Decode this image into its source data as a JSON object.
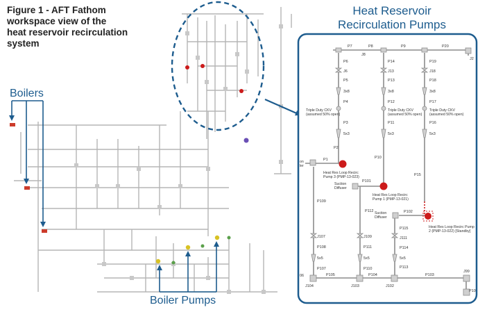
{
  "caption": "Figure 1 - AFT Fathom\nworkspace view of the\nheat reservoir recirculation\nsystem",
  "callouts": {
    "heat_reservoir": "Heat Reservoir\nRecirculation Pumps",
    "boilers": "Boilers",
    "boiler_pumps": "Boiler Pumps"
  },
  "colors": {
    "callout_blue": "#1d5c8e",
    "pipe_gray": "#9a9a9a",
    "pump_red": "#cc1b1b",
    "boiler_pump_yellow": "#d8c224"
  },
  "pipes": {
    "p7": "P7",
    "p8": "P8",
    "p9": "P9",
    "p20": "P20",
    "j8": "J8",
    "j2": "J2",
    "p6": "P6",
    "j6": "J6",
    "p5": "P5",
    "p4": "P4",
    "p3": "P3",
    "p2": "P2",
    "p1": "P1",
    "p14": "P14",
    "j13": "J13",
    "p13": "P13",
    "p12": "P12",
    "p11": "P11",
    "p10": "P10",
    "p19": "P19",
    "j18": "J18",
    "p18": "P18",
    "p17": "P17",
    "p16": "P16",
    "p15": "P15",
    "p101": "P101",
    "p102": "P102",
    "p112": "P112",
    "p109": "P109",
    "j107": "J107",
    "p108": "P108",
    "p107": "P107",
    "j109": "J109",
    "p111": "P111",
    "p110": "P110",
    "p115": "P115",
    "j111": "J111",
    "p114": "P114",
    "p113": "P113",
    "p105": "P105",
    "p104": "P104",
    "p103": "P103",
    "j104": "J104",
    "j103": "J103",
    "j102": "J102",
    "j99": "J99",
    "j06": "06",
    "p10b": "P10"
  },
  "components": {
    "strainer": "3x8",
    "reducer": "5x3",
    "reducer_b": "5x5",
    "ckv": "Triple Duty CKV\n(assumed 50% open)",
    "suction_diffuser": "Suction\nDiffuser",
    "inlet_label": "on\nler"
  },
  "pumps": {
    "pump3": "Heat Res Loop Recirc\nPump 3 (PMP-13-023)",
    "pump1": "Heat Res Loop Recirc\nPump 1 (PMP-13-021)",
    "pump2": "Heat Res Loop Recirc Pump\n2 (PMP-13-022) [Standby]"
  }
}
